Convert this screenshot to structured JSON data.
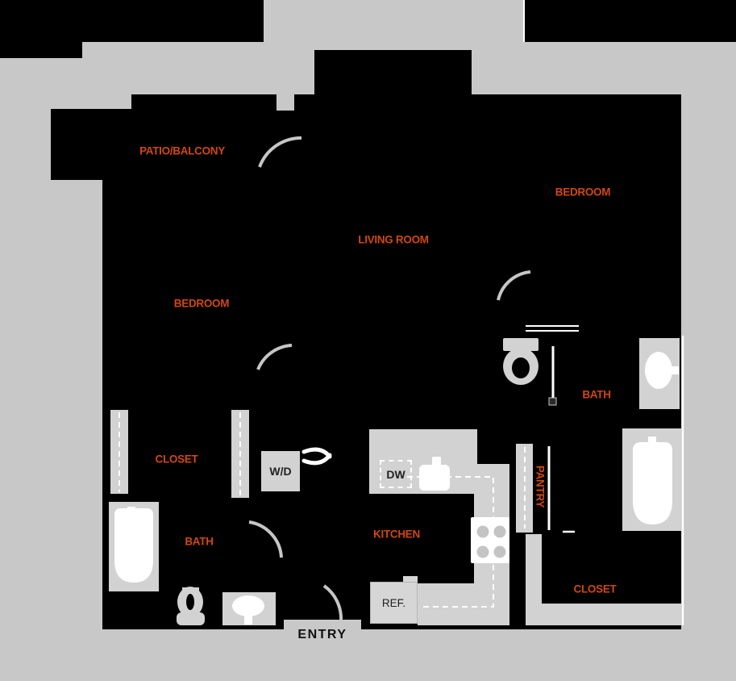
{
  "colors": {
    "background": "#c8c8c8",
    "walls_floor": "#000000",
    "fixture_gray": "#d2d2d2",
    "fixture_white": "#ffffff",
    "room_label_accent": "#d04712",
    "dark_text": "#222222"
  },
  "labels": {
    "patio_balcony": "PATIO/BALCONY",
    "bedroom_upper": "BEDROOM",
    "living_room": "LIVING ROOM",
    "bedroom_left": "BEDROOM",
    "bath_upper": "BATH",
    "closet_left": "CLOSET",
    "pantry": "PANTRY",
    "kitchen": "KITCHEN",
    "bath_lower": "BATH",
    "closet_lower": "CLOSET",
    "washer_dryer": "W/D",
    "dishwasher": "DW",
    "refrigerator": "REF.",
    "entry": "ENTRY"
  }
}
